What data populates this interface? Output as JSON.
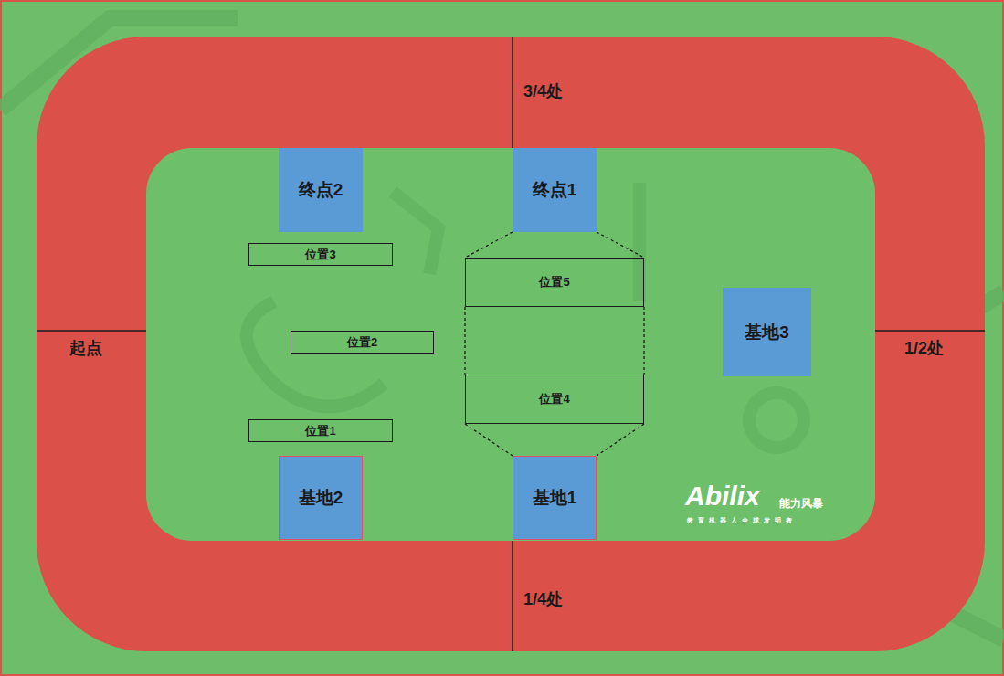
{
  "diagram": {
    "nodes": [
      {
        "text": [
          "终点2"
        ]
      },
      {
        "text": [
          "终点1"
        ]
      },
      {
        "text": [
          "位置3"
        ]
      },
      {
        "text": [
          "位置5"
        ]
      },
      {
        "text": [
          "位置2"
        ]
      },
      {
        "text": [
          "基地3"
        ]
      },
      {
        "text": [
          "位置4"
        ]
      },
      {
        "text": [
          "位置1"
        ]
      },
      {
        "text": [
          "基地2"
        ]
      },
      {
        "text": [
          "基地1"
        ]
      }
    ],
    "edges": [
      {
        "from": 1,
        "to": 3,
        "arrow": "none"
      },
      {
        "from": 3,
        "to": 6,
        "arrow": "none"
      },
      {
        "from": 6,
        "to": 9,
        "arrow": "none"
      }
    ],
    "labels": [
      "3/4处",
      "起点",
      "1/2处",
      "1/4处",
      "Abilix",
      "能力风暴",
      "教育机器人全球发明者"
    ]
  }
}
